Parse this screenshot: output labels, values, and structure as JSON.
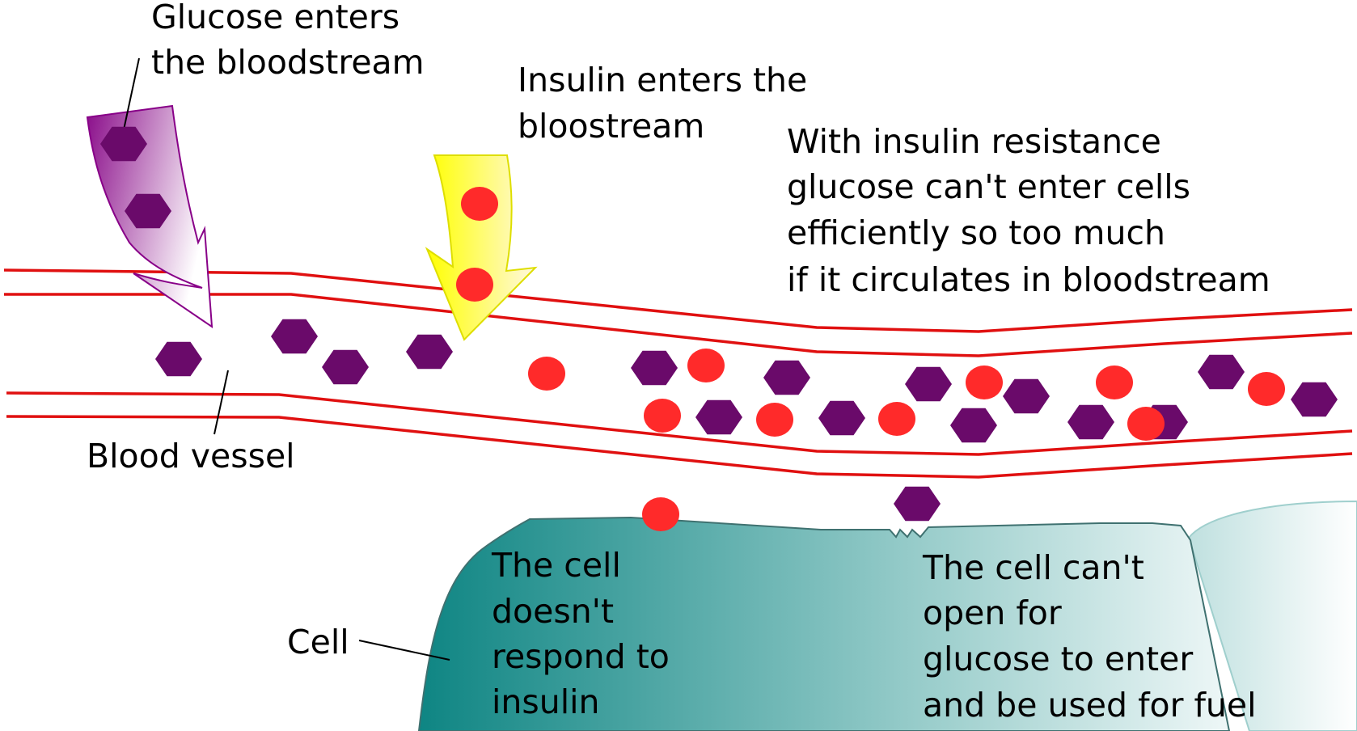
{
  "labels": {
    "glucose": [
      "Glucose enters",
      "the bloodstream"
    ],
    "insulin": [
      "Insulin enters the",
      "bloostream"
    ],
    "resistance": [
      "With insulin resistance",
      "glucose can't enter cells",
      "efficiently so too much",
      "if it circulates in bloodstream"
    ],
    "vessel": "Blood vessel",
    "cell": "Cell",
    "no_response": [
      "The cell",
      "doesn't",
      "respond to",
      "insulin"
    ],
    "cant_open": [
      "The cell can't",
      "open for",
      "glucose to enter",
      "and be used for fuel"
    ]
  },
  "colors": {
    "glucose": "#6a0a6a",
    "insulin": "#ff2a2a",
    "vessel": "#e01010",
    "cell_dark": "#0e8583",
    "cell_light": "#e8f4f4",
    "insulin_arrow": "#ffff00",
    "glucose_arrow": "#880088"
  }
}
